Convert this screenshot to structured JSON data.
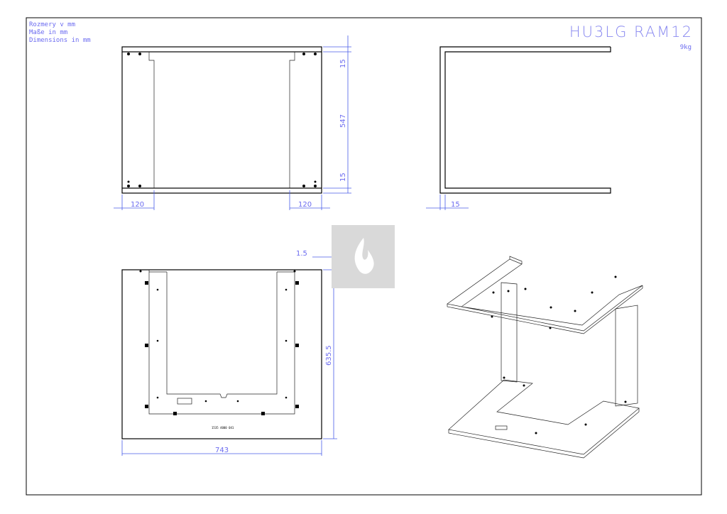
{
  "notes": [
    "Rozmery v mm",
    "Maße in mm",
    "Dimensions in mm"
  ],
  "title": "HU3LG RAM12",
  "weight": "9kg",
  "part_number": "1535 4000 041",
  "dimensions": {
    "front_top_flange": "15",
    "front_height": "547",
    "front_bottom_flange": "15",
    "left_panel_width": "120",
    "right_panel_width": "120",
    "side_flange": "15",
    "plate_thickness": "1.5",
    "plate_depth": "635.5",
    "plate_width": "743"
  },
  "colors": {
    "dimension": "#6b6bf0",
    "line": "#000000",
    "watermark": "#d9d9d9"
  }
}
